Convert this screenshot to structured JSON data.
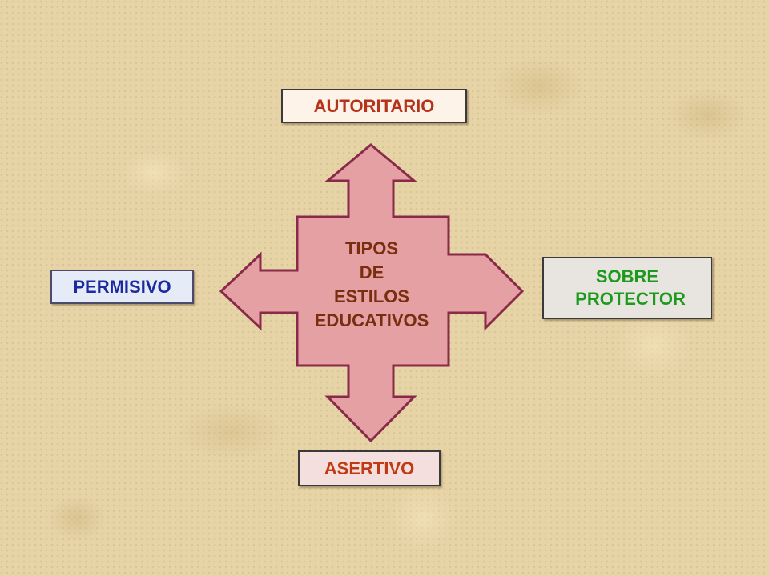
{
  "center": {
    "lines": [
      "TIPOS",
      "DE",
      "ESTILOS",
      "EDUCATIVOS"
    ]
  },
  "top_box": {
    "label": "AUTORITARIO"
  },
  "left_box": {
    "label": "PERMISIVO"
  },
  "right_box": {
    "lines": [
      "SOBRE",
      "PROTECTOR"
    ]
  },
  "bottom_box": {
    "label": "ASERTIVO"
  },
  "colors": {
    "arrow_fill": "#e4a0a2",
    "arrow_stroke": "#8a2a4a",
    "center_text": "#7a2e10",
    "autoritario_text": "#b5331a",
    "permisivo_text": "#1c2aa0",
    "sobre_protector_text": "#1d9a1d",
    "asertivo_text": "#c03a14"
  }
}
